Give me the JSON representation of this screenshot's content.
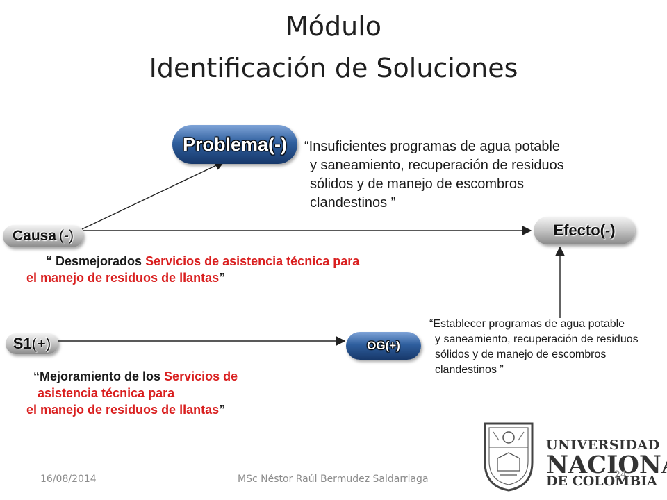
{
  "title": {
    "line1": "Módulo",
    "line2": "Identificación de Soluciones"
  },
  "nodes": {
    "problema": "Problema(-)",
    "causa_word": "Causa",
    "causa_sign": "(-)",
    "efecto": "Efecto(-)",
    "s1_word": "S1",
    "s1_sign": "(+)",
    "og": "OG(+)"
  },
  "problem_text": {
    "line1": "“Insuficientes programas de agua potable",
    "line2": "y saneamiento, recuperación de residuos",
    "line3": "sólidos y de manejo de escombros",
    "line4": "clandestinos ”"
  },
  "cause_text": {
    "part1": "“ Desmejorados ",
    "part2_red": "Servicios de asistencia técnica para",
    "line2_red": "el manejo de residuos de llantas",
    "close": "”"
  },
  "solution_text": {
    "part1": "“Mejoramiento de los ",
    "part2_red": "Servicios de",
    "line2_red": "asistencia técnica para",
    "line3_red": "el manejo de residuos de llantas",
    "close": "”"
  },
  "objective_text": {
    "line1": "“Establecer programas de agua potable",
    "line2": "y saneamiento, recuperación de residuos",
    "line3": "sólidos y de manejo de escombros",
    "line4": "clandestinos ”"
  },
  "footer": {
    "date": "16/08/2014",
    "author": "MSc Néstor Raúl Bermudez Saldarriaga",
    "page": "24"
  },
  "logo": {
    "line1": "UNIVERSIDAD",
    "line2": "NACIONAL",
    "line3": "DE COLOMBIA"
  },
  "colors": {
    "accent_red": "#d91f1f",
    "node_blue": "#2f5f9e",
    "node_grey": "#c9c9c9"
  }
}
